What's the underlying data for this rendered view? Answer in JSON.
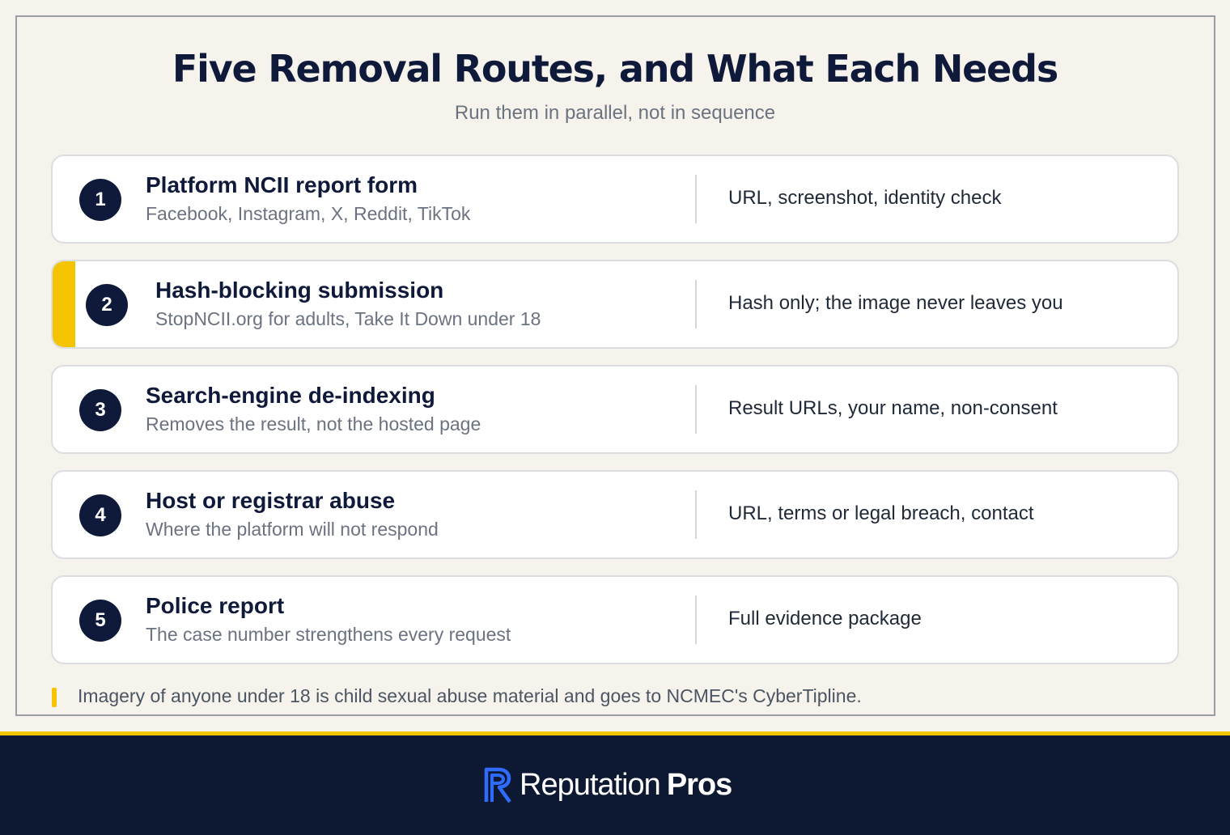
{
  "header": {
    "title": "Five Removal Routes, and What Each Needs",
    "subtitle": "Run them in parallel, not in sequence"
  },
  "routes": [
    {
      "number": "1",
      "title": "Platform NCII report form",
      "subtitle": "Facebook, Instagram, X, Reddit, TikTok",
      "needs": "URL, screenshot, identity check",
      "highlighted": false
    },
    {
      "number": "2",
      "title": "Hash-blocking submission",
      "subtitle": "StopNCII.org for adults, Take It Down under 18",
      "needs": "Hash only; the image never leaves you",
      "highlighted": true
    },
    {
      "number": "3",
      "title": "Search-engine de-indexing",
      "subtitle": "Removes the result, not the hosted page",
      "needs": "Result URLs, your name, non-consent",
      "highlighted": false
    },
    {
      "number": "4",
      "title": "Host or registrar abuse",
      "subtitle": "Where the platform will not respond",
      "needs": "URL, terms or legal breach, contact",
      "highlighted": false
    },
    {
      "number": "5",
      "title": "Police report",
      "subtitle": "The case number strengthens every request",
      "needs": "Full evidence package",
      "highlighted": false
    }
  ],
  "note": "Imagery of anyone under 18 is child sexual abuse material and goes to NCMEC's CyberTipline.",
  "footer": {
    "brand_light": "Reputation",
    "brand_bold": "Pros",
    "logo_icon": "r-logo-icon"
  },
  "colors": {
    "navy": "#0f1a3a",
    "accent_yellow": "#f5c400",
    "background": "#f6f3ec",
    "logo_blue": "#2f6bff"
  }
}
